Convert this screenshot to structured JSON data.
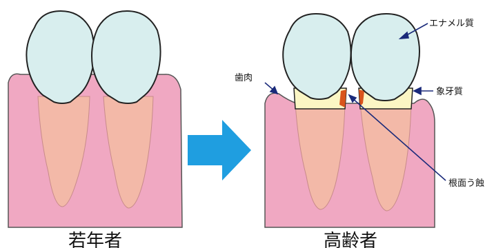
{
  "captions": {
    "young": "若年者",
    "elderly": "高齢者"
  },
  "labels": {
    "enamel": "エナメル質",
    "gum": "歯肉",
    "dentin": "象牙質",
    "root_caries": "根面う蝕"
  },
  "colors": {
    "gum": "#f0a8c2",
    "gum_outline": "#555555",
    "root": "#f3b9a8",
    "crown": "#d8eeee",
    "crown_outline": "#222222",
    "exposed_root": "#fbf6c4",
    "caries": "#d9541c",
    "arrow": "#1f9ee0",
    "pointer": "#1a2a7a"
  },
  "icons": {
    "transition_arrow": "right-arrow-icon"
  }
}
